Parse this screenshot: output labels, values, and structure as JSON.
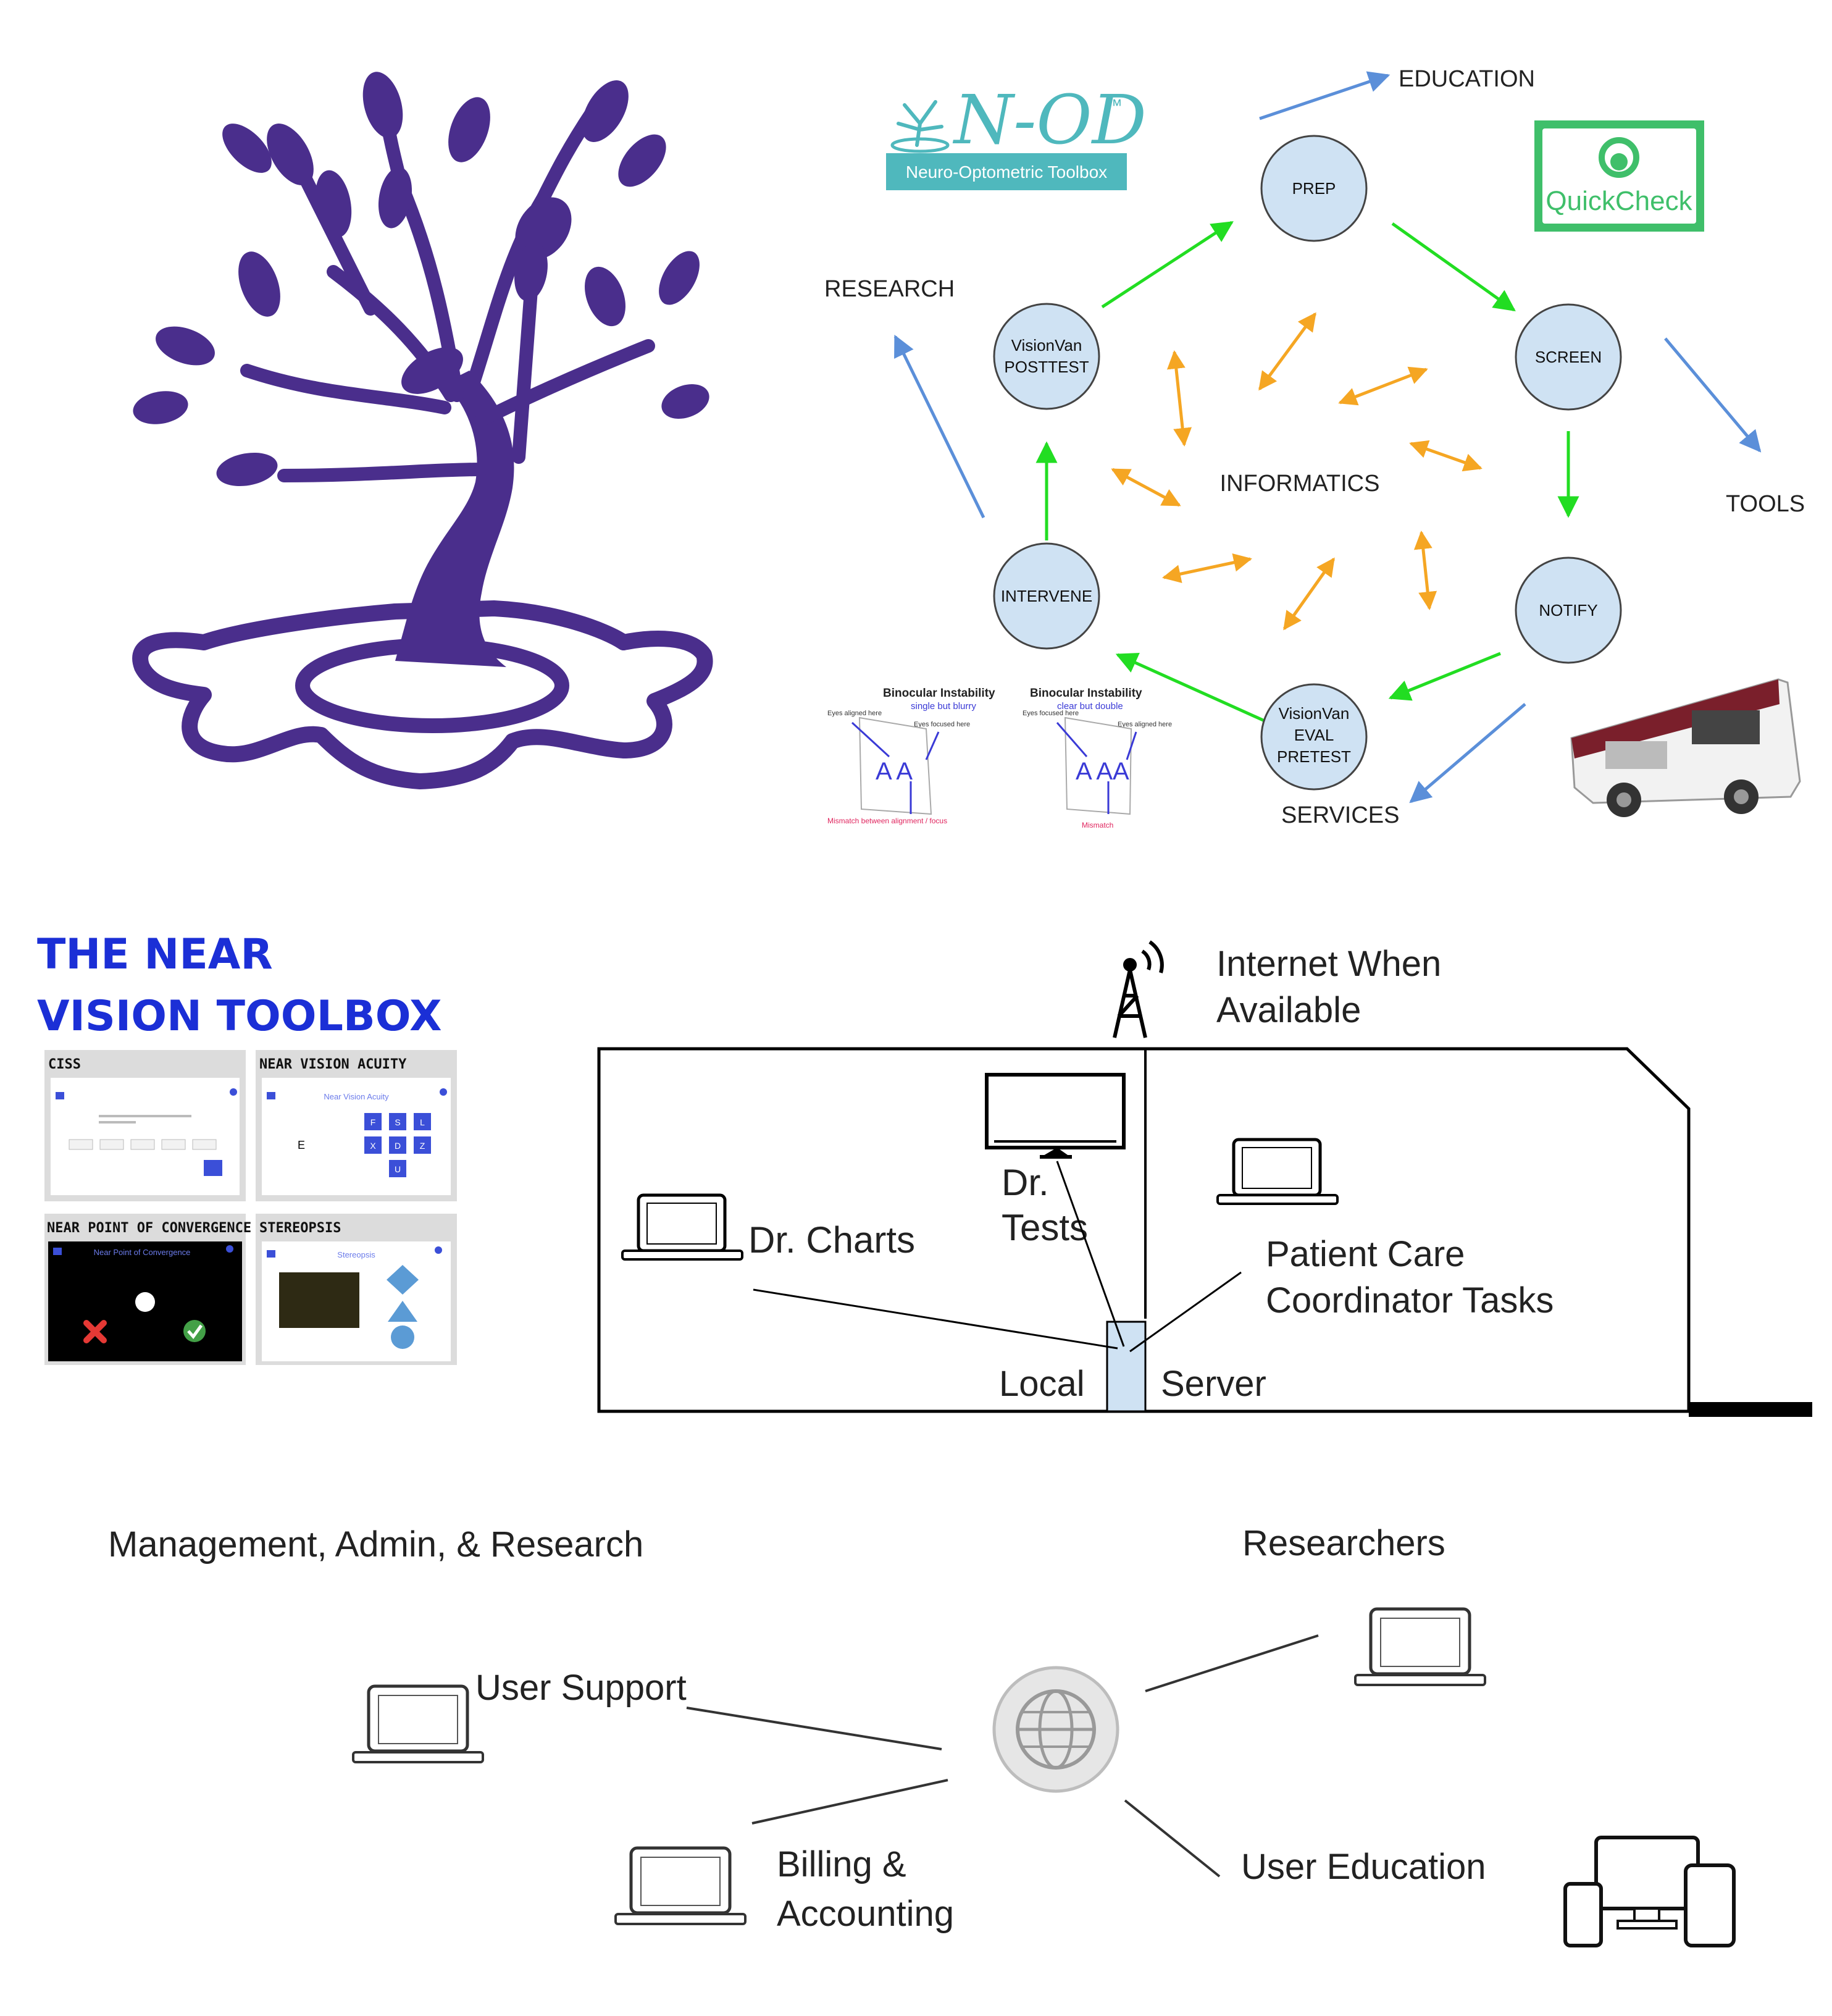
{
  "colors": {
    "tree_purple": "#4a2e8c",
    "node_fill": "#cfe2f3",
    "flow_green": "#22dd22",
    "link_orange": "#f5a623",
    "outer_blue": "#5b8fd9",
    "title_blue": "#1b2fd6",
    "nod_teal": "#4fb8bd",
    "quickcheck_green": "#3fbf6a"
  },
  "nod_logo": {
    "name": "N-OD",
    "tm": "™",
    "subtitle": "Neuro-Optometric Toolbox"
  },
  "quickcheck_logo": {
    "name": "QuickCheck"
  },
  "cycle": {
    "center": "INFORMATICS",
    "nodes": {
      "prep": [
        "PREP"
      ],
      "screen": [
        "SCREEN"
      ],
      "notify": [
        "NOTIFY"
      ],
      "eval": [
        "VisionVan",
        "EVAL",
        "PRETEST"
      ],
      "intervene": [
        "INTERVENE"
      ],
      "posttest": [
        "VisionVan",
        "POSTTEST"
      ]
    },
    "outer": {
      "education": "EDUCATION",
      "research": "RESEARCH",
      "tools": "TOOLS",
      "services": "SERVICES"
    }
  },
  "binocular": [
    {
      "title": "Binocular Instability",
      "sub": "single but blurry",
      "left_note": "Eyes aligned here",
      "right_note": "Eyes focused here",
      "letters": "A A",
      "bottom": "Mismatch between alignment / focus"
    },
    {
      "title": "Binocular Instability",
      "sub": "clear but double",
      "left_note": "Eyes focused here",
      "right_note": "Eyes aligned here",
      "letters": "A AA",
      "bottom": "Mismatch"
    }
  ],
  "toolbox": {
    "title_line1": "THE NEAR",
    "title_line2": "VISION TOOLBOX",
    "tiles": [
      {
        "title": "CISS"
      },
      {
        "title": "NEAR VISION ACUITY",
        "header": "Near Vision Acuity",
        "letters": [
          "F",
          "S",
          "L",
          "X",
          "D",
          "Z",
          "U"
        ]
      },
      {
        "title": "NEAR POINT OF CONVERGENCE",
        "header": "Near Point of Convergence"
      },
      {
        "title": "STEREOPSIS",
        "header": "Stereopsis"
      }
    ]
  },
  "van": {
    "internet": [
      "Internet When",
      "Available"
    ],
    "dr_charts": "Dr. Charts",
    "dr_tests": [
      "Dr.",
      "Tests"
    ],
    "coordinator": [
      "Patient Care",
      "Coordinator Tasks"
    ],
    "local": "Local",
    "server": "Server"
  },
  "network": {
    "management": "Management, Admin, & Research",
    "researchers": "Researchers",
    "user_support": "User Support",
    "billing": [
      "Billing &",
      "Accounting"
    ],
    "user_education": "User Education"
  }
}
